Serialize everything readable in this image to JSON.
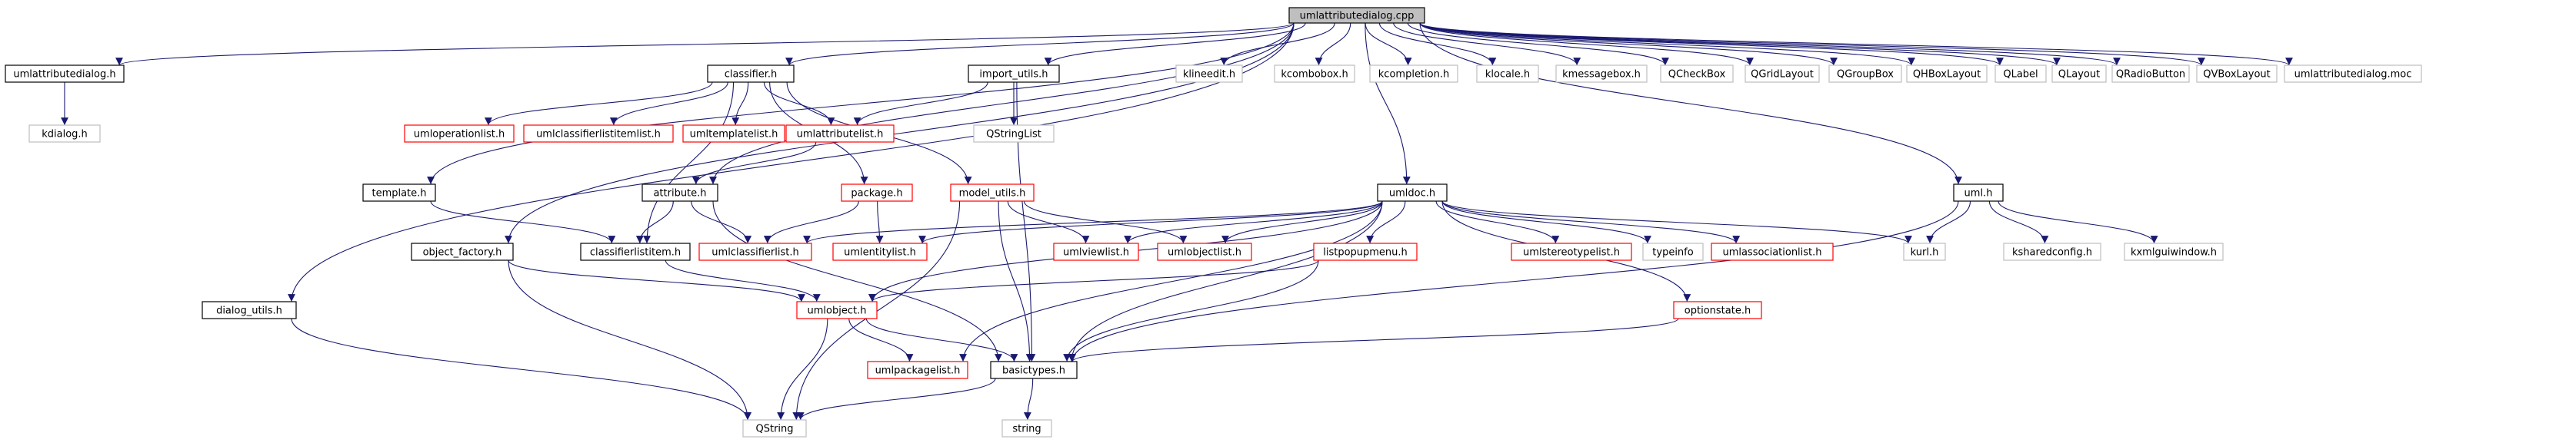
{
  "graph": {
    "colors": {
      "edge": "#191970",
      "root_fill": "#bfbfbf",
      "root_border": "#000000",
      "normal_border": "#000000",
      "incomplete_border": "#ff0000",
      "external_border": "#bfbfbf",
      "text": "#000000"
    },
    "nodes": [
      {
        "id": "root",
        "label": "umlattributedialog.cpp",
        "kind": "root"
      },
      {
        "id": "umlattributedialog_h",
        "label": "umlattributedialog.h",
        "kind": "normal"
      },
      {
        "id": "kdialog_h",
        "label": "kdialog.h",
        "kind": "external"
      },
      {
        "id": "dialog_utils_h",
        "label": "dialog_utils.h",
        "kind": "normal"
      },
      {
        "id": "classifier_h",
        "label": "classifier.h",
        "kind": "normal"
      },
      {
        "id": "umloperationlist_h",
        "label": "umloperationlist.h",
        "kind": "incomplete"
      },
      {
        "id": "umlclassifierlistitemlist_h",
        "label": "umlclassifierlistitemlist.h",
        "kind": "incomplete"
      },
      {
        "id": "umltemplatelist_h",
        "label": "umltemplatelist.h",
        "kind": "incomplete"
      },
      {
        "id": "umlattributelist_h",
        "label": "umlattributelist.h",
        "kind": "incomplete"
      },
      {
        "id": "attribute_h",
        "label": "attribute.h",
        "kind": "normal"
      },
      {
        "id": "template_h",
        "label": "template.h",
        "kind": "normal"
      },
      {
        "id": "object_factory_h",
        "label": "object_factory.h",
        "kind": "normal"
      },
      {
        "id": "classifierlistitem_h",
        "label": "classifierlistitem.h",
        "kind": "normal"
      },
      {
        "id": "package_h",
        "label": "package.h",
        "kind": "incomplete"
      },
      {
        "id": "model_utils_h",
        "label": "model_utils.h",
        "kind": "incomplete"
      },
      {
        "id": "import_utils_h",
        "label": "import_utils.h",
        "kind": "normal"
      },
      {
        "id": "qstringlist",
        "label": "QStringList",
        "kind": "external"
      },
      {
        "id": "umlclassifierlist_h",
        "label": "umlclassifierlist.h",
        "kind": "incomplete"
      },
      {
        "id": "umlentitylist_h",
        "label": "umlentitylist.h",
        "kind": "incomplete"
      },
      {
        "id": "umlviewlist_h",
        "label": "umlviewlist.h",
        "kind": "incomplete"
      },
      {
        "id": "umlobjectlist_h",
        "label": "umlobjectlist.h",
        "kind": "incomplete"
      },
      {
        "id": "listpopupmenu_h",
        "label": "listpopupmenu.h",
        "kind": "incomplete"
      },
      {
        "id": "umlobject_h",
        "label": "umlobject.h",
        "kind": "incomplete"
      },
      {
        "id": "umlpackagelist_h",
        "label": "umlpackagelist.h",
        "kind": "incomplete"
      },
      {
        "id": "basictypes_h",
        "label": "basictypes.h",
        "kind": "normal"
      },
      {
        "id": "qstring",
        "label": "QString",
        "kind": "external"
      },
      {
        "id": "string",
        "label": "string",
        "kind": "external"
      },
      {
        "id": "umldoc_h",
        "label": "umldoc.h",
        "kind": "normal"
      },
      {
        "id": "umlstereotypelist_h",
        "label": "umlstereotypelist.h",
        "kind": "incomplete"
      },
      {
        "id": "typeinfo",
        "label": "typeinfo",
        "kind": "external"
      },
      {
        "id": "umlassociationlist_h",
        "label": "umlassociationlist.h",
        "kind": "incomplete"
      },
      {
        "id": "optionstate_h",
        "label": "optionstate.h",
        "kind": "incomplete"
      },
      {
        "id": "uml_h",
        "label": "uml.h",
        "kind": "normal"
      },
      {
        "id": "kurl_h",
        "label": "kurl.h",
        "kind": "external"
      },
      {
        "id": "ksharedconfig_h",
        "label": "ksharedconfig.h",
        "kind": "external"
      },
      {
        "id": "kxmlguiwindow_h",
        "label": "kxmlguiwindow.h",
        "kind": "external"
      },
      {
        "id": "klineedit_h",
        "label": "klineedit.h",
        "kind": "external"
      },
      {
        "id": "kcombobox_h",
        "label": "kcombobox.h",
        "kind": "external"
      },
      {
        "id": "kcompletion_h",
        "label": "kcompletion.h",
        "kind": "external"
      },
      {
        "id": "klocale_h",
        "label": "klocale.h",
        "kind": "external"
      },
      {
        "id": "kmessagebox_h",
        "label": "kmessagebox.h",
        "kind": "external"
      },
      {
        "id": "qcheckbox",
        "label": "QCheckBox",
        "kind": "external"
      },
      {
        "id": "qgridlayout",
        "label": "QGridLayout",
        "kind": "external"
      },
      {
        "id": "qgroupbox",
        "label": "QGroupBox",
        "kind": "external"
      },
      {
        "id": "qhboxlayout",
        "label": "QHBoxLayout",
        "kind": "external"
      },
      {
        "id": "qlabel",
        "label": "QLabel",
        "kind": "external"
      },
      {
        "id": "qlayout",
        "label": "QLayout",
        "kind": "external"
      },
      {
        "id": "qradiobutton",
        "label": "QRadioButton",
        "kind": "external"
      },
      {
        "id": "qvboxlayout",
        "label": "QVBoxLayout",
        "kind": "external"
      },
      {
        "id": "umlattributedialog_moc",
        "label": "umlattributedialog.moc",
        "kind": "external"
      }
    ],
    "edges": [
      [
        "root",
        "umlattributedialog_h"
      ],
      [
        "root",
        "dialog_utils_h"
      ],
      [
        "root",
        "classifier_h"
      ],
      [
        "root",
        "import_utils_h"
      ],
      [
        "root",
        "template_h"
      ],
      [
        "root",
        "object_factory_h"
      ],
      [
        "root",
        "attribute_h"
      ],
      [
        "root",
        "umldoc_h"
      ],
      [
        "root",
        "uml_h"
      ],
      [
        "root",
        "klineedit_h"
      ],
      [
        "root",
        "kcombobox_h"
      ],
      [
        "root",
        "kcompletion_h"
      ],
      [
        "root",
        "klocale_h"
      ],
      [
        "root",
        "kmessagebox_h"
      ],
      [
        "root",
        "qcheckbox"
      ],
      [
        "root",
        "qgridlayout"
      ],
      [
        "root",
        "qgroupbox"
      ],
      [
        "root",
        "qhboxlayout"
      ],
      [
        "root",
        "qlabel"
      ],
      [
        "root",
        "qlayout"
      ],
      [
        "root",
        "qradiobutton"
      ],
      [
        "root",
        "qvboxlayout"
      ],
      [
        "root",
        "umlattributedialog_moc"
      ],
      [
        "umlattributedialog_h",
        "kdialog_h"
      ],
      [
        "dialog_utils_h",
        "qstring"
      ],
      [
        "classifier_h",
        "umloperationlist_h"
      ],
      [
        "classifier_h",
        "umlclassifierlistitemlist_h"
      ],
      [
        "classifier_h",
        "umltemplatelist_h"
      ],
      [
        "classifier_h",
        "umlattributelist_h"
      ],
      [
        "classifier_h",
        "classifierlistitem_h"
      ],
      [
        "classifier_h",
        "package_h"
      ],
      [
        "classifier_h",
        "model_utils_h"
      ],
      [
        "umlattributelist_h",
        "attribute_h"
      ],
      [
        "attribute_h",
        "classifierlistitem_h"
      ],
      [
        "attribute_h",
        "umlclassifierlist_h"
      ],
      [
        "attribute_h",
        "basictypes_h"
      ],
      [
        "template_h",
        "classifierlistitem_h"
      ],
      [
        "classifierlistitem_h",
        "umlobject_h"
      ],
      [
        "object_factory_h",
        "umlobject_h"
      ],
      [
        "object_factory_h",
        "qstring"
      ],
      [
        "package_h",
        "umlclassifierlist_h"
      ],
      [
        "package_h",
        "umlentitylist_h"
      ],
      [
        "model_utils_h",
        "umlviewlist_h"
      ],
      [
        "model_utils_h",
        "umlobjectlist_h"
      ],
      [
        "model_utils_h",
        "basictypes_h"
      ],
      [
        "model_utils_h",
        "qstring"
      ],
      [
        "import_utils_h",
        "qstringlist"
      ],
      [
        "import_utils_h",
        "umlattributelist_h"
      ],
      [
        "import_utils_h",
        "basictypes_h"
      ],
      [
        "umldoc_h",
        "umlclassifierlist_h"
      ],
      [
        "umldoc_h",
        "umlentitylist_h"
      ],
      [
        "umldoc_h",
        "umlviewlist_h"
      ],
      [
        "umldoc_h",
        "umlobjectlist_h"
      ],
      [
        "umldoc_h",
        "listpopupmenu_h"
      ],
      [
        "umldoc_h",
        "umlobject_h"
      ],
      [
        "umldoc_h",
        "umlstereotypelist_h"
      ],
      [
        "umldoc_h",
        "typeinfo"
      ],
      [
        "umldoc_h",
        "umlassociationlist_h"
      ],
      [
        "umldoc_h",
        "kurl_h"
      ],
      [
        "umldoc_h",
        "optionstate_h"
      ],
      [
        "umldoc_h",
        "umlpackagelist_h"
      ],
      [
        "umldoc_h",
        "basictypes_h"
      ],
      [
        "listpopupmenu_h",
        "umlobject_h"
      ],
      [
        "listpopupmenu_h",
        "basictypes_h"
      ],
      [
        "umlobject_h",
        "umlpackagelist_h"
      ],
      [
        "umlobject_h",
        "basictypes_h"
      ],
      [
        "umlobject_h",
        "qstring"
      ],
      [
        "basictypes_h",
        "qstring"
      ],
      [
        "basictypes_h",
        "string"
      ],
      [
        "optionstate_h",
        "basictypes_h"
      ],
      [
        "uml_h",
        "kurl_h"
      ],
      [
        "uml_h",
        "ksharedconfig_h"
      ],
      [
        "uml_h",
        "kxmlguiwindow_h"
      ],
      [
        "uml_h",
        "basictypes_h"
      ]
    ]
  }
}
